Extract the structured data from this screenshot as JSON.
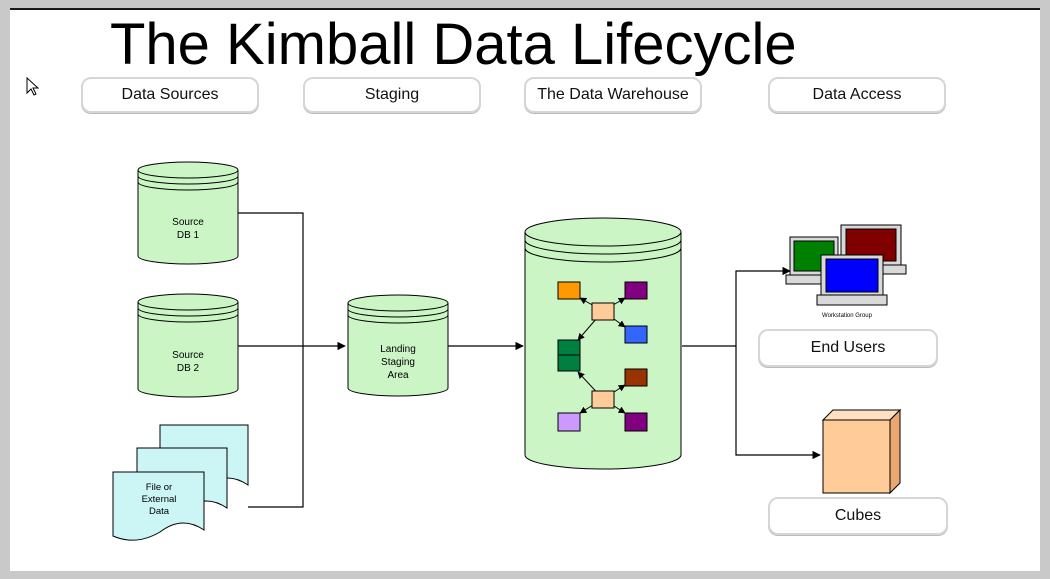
{
  "title": "The Kimball Data Lifecycle",
  "phases": [
    "Data Sources",
    "Staging",
    "The Data Warehouse",
    "Data Access"
  ],
  "sources": {
    "db1": [
      "Source",
      "DB 1"
    ],
    "db2": [
      "Source",
      "DB 2"
    ],
    "file": [
      "File or",
      "External",
      "Data"
    ]
  },
  "staging": [
    "Landing",
    "Staging",
    "Area"
  ],
  "access": {
    "workstation_caption": "Workstation Group",
    "end_users": "End Users",
    "cubes": "Cubes"
  },
  "colors": {
    "cylinder": "#ccf5c6",
    "document": "#ccf5f5",
    "cube": "#ffcc99",
    "node_orange": "#ff9900",
    "node_purple": "#800080",
    "node_peach": "#ffcc99",
    "node_blue": "#3366ff",
    "node_green": "#008040",
    "node_brown": "#993300",
    "node_lavender": "#cc99ff",
    "monitor_green": "#008000",
    "monitor_red": "#800000",
    "monitor_blue": "#0000ff"
  },
  "icons": [
    "cursor-icon",
    "database-icon",
    "document-stack-icon",
    "workstation-group-icon",
    "cube-icon"
  ]
}
